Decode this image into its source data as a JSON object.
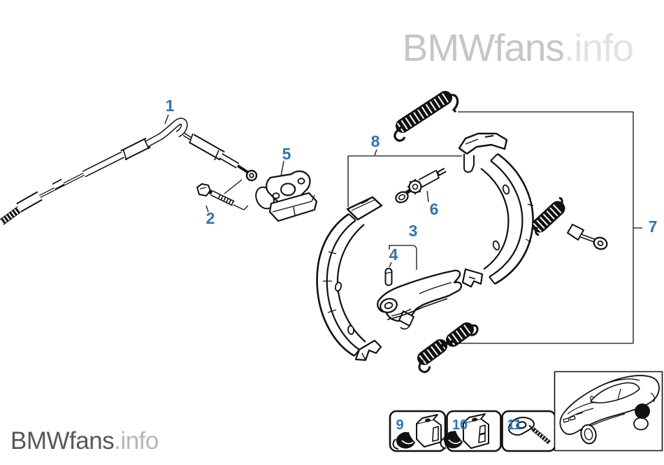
{
  "colors": {
    "background": "#ffffff",
    "line": "#111111",
    "callout_blue": "#2e74b5",
    "wm_top_brand": "#c6c6c6",
    "wm_top_suffix": "#e2e2e2",
    "wm_bottom_brand": "#585858",
    "wm_bottom_suffix": "#b6b6b6"
  },
  "watermarks": {
    "top_right": {
      "brand": "BMWfans",
      "suffix": ".info"
    },
    "bottom_left": {
      "brand": "BMWfans",
      "suffix": ".info"
    }
  },
  "diagram": {
    "description": "Exploded line-art diagram of parking brake shoes with cable, springs, expander lever, adjuster and mounting hardware; numbered callouts 1-11; car location inset at lower right",
    "callouts": [
      {
        "number": "1"
      },
      {
        "number": "2"
      },
      {
        "number": "3"
      },
      {
        "number": "4"
      },
      {
        "number": "5"
      },
      {
        "number": "6"
      },
      {
        "number": "7"
      },
      {
        "number": "8"
      }
    ],
    "thumbnails": [
      {
        "number": "9"
      },
      {
        "number": "10"
      },
      {
        "number": "11"
      }
    ],
    "car_inset": {
      "highlight": "rear-wheel-area"
    }
  }
}
